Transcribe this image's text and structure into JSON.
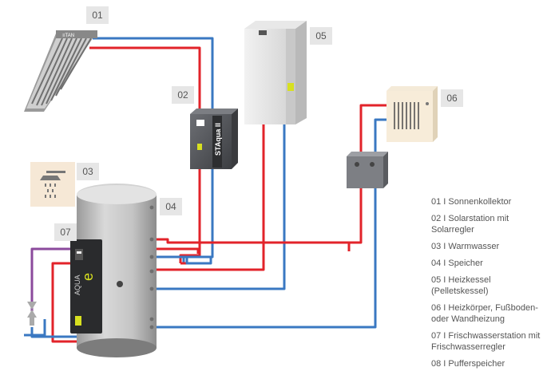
{
  "badges": {
    "b01": "01",
    "b02": "02",
    "b03": "03",
    "b04": "04",
    "b05": "05",
    "b06": "06",
    "b07": "07"
  },
  "device_text": {
    "solar_brand": "≡TAN",
    "station_label": "STAqua II",
    "aqua_label": "AQUA",
    "aqua_e": "e"
  },
  "legend": [
    "01 I Sonnenkollektor",
    "02 I Solarstation mit\nSolarregler",
    "03 I Warmwasser",
    "04 I Speicher",
    "05 I Heizkessel\n(Pelletskessel)",
    "06 I Heizkörper, Fußboden-\noder Wandheizung",
    "07 I Frischwasserstation mit\nFrischwasserregler",
    "08 I Pufferspeicher"
  ],
  "colors": {
    "hot_pipe": "#e2232a",
    "cold_pipe": "#3a78c2",
    "mixed_pipe": "#8b4a9c",
    "badge_bg": "#e6e6e6"
  },
  "icons": [
    "solar-collector-icon",
    "solar-station-icon",
    "shower-icon",
    "storage-tank-icon",
    "pellet-boiler-icon",
    "radiator-icon",
    "fresh-water-station-icon",
    "valve-icon"
  ]
}
